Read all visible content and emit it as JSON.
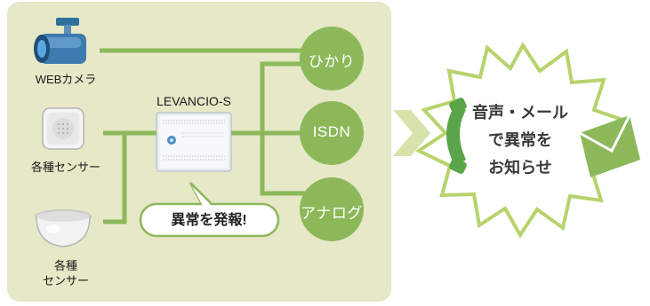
{
  "devices": {
    "web_camera_label": "WEBカメラ",
    "sensor_label": "各種センサー",
    "dome_sensor_label_line1": "各種",
    "dome_sensor_label_line2": "センサー"
  },
  "hub": {
    "name": "LEVANCIO-S"
  },
  "alert_bubble": {
    "text": "異常を発報!"
  },
  "lines": {
    "hikari": "ひかり",
    "isdn": "ISDN",
    "analog": "アナログ"
  },
  "notification": {
    "line1": "音声・メール",
    "line2": "で異常を",
    "line3": "お知らせ"
  },
  "colors": {
    "panel_bg": "#e6e8c7",
    "line_green": "#8cb85a",
    "circle_green": "#8cb85a",
    "burst_outline": "#b7d36c"
  }
}
